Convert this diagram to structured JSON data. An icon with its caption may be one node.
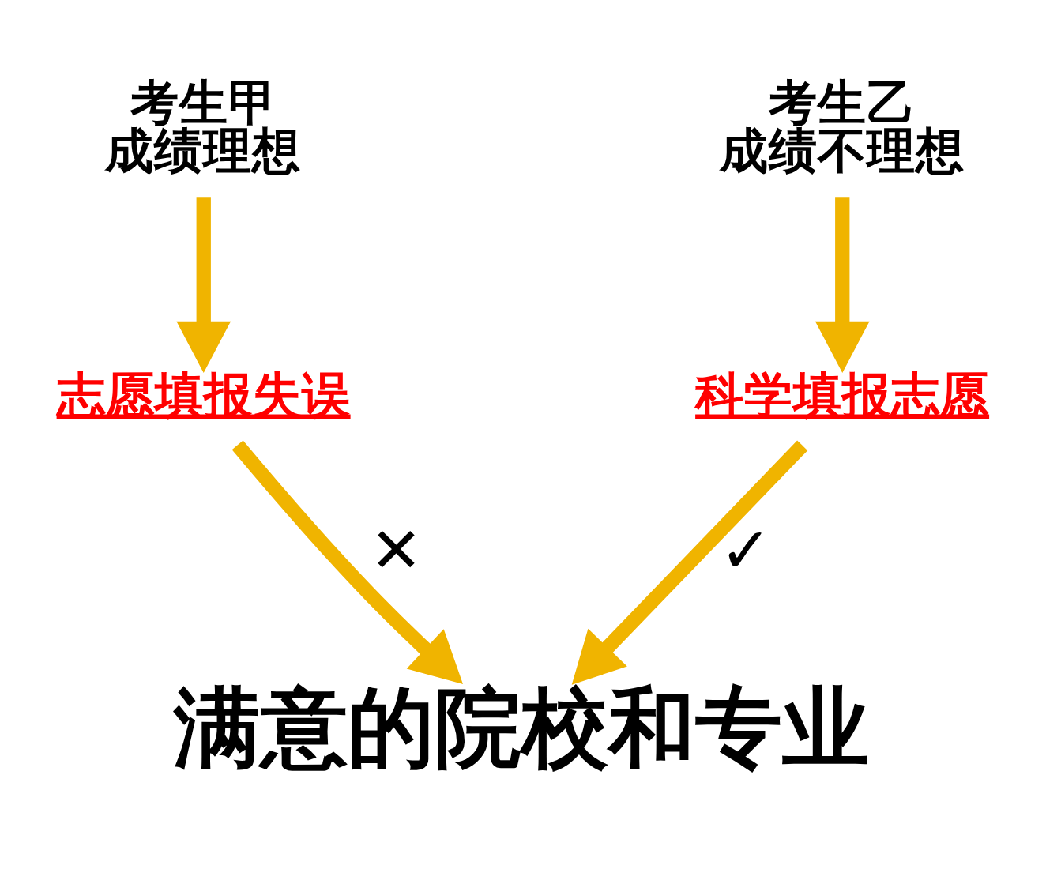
{
  "diagram": {
    "nodes": [
      {
        "text": [
          "考生甲",
          "成绩理想"
        ]
      },
      {
        "text": [
          "考生乙",
          "成绩不理想"
        ]
      },
      {
        "text": [
          "志愿填报失误"
        ]
      },
      {
        "text": [
          "科学填报志愿"
        ]
      },
      {
        "text": [
          "满意的院校和专业"
        ]
      }
    ],
    "edges": [
      {
        "from": 0,
        "to": 2,
        "arrow": "to"
      },
      {
        "from": 1,
        "to": 3,
        "arrow": "to"
      },
      {
        "from": 2,
        "to": 4,
        "arrow": "to",
        "label": "✕"
      },
      {
        "from": 3,
        "to": 4,
        "arrow": "to",
        "label": "✓"
      }
    ]
  }
}
